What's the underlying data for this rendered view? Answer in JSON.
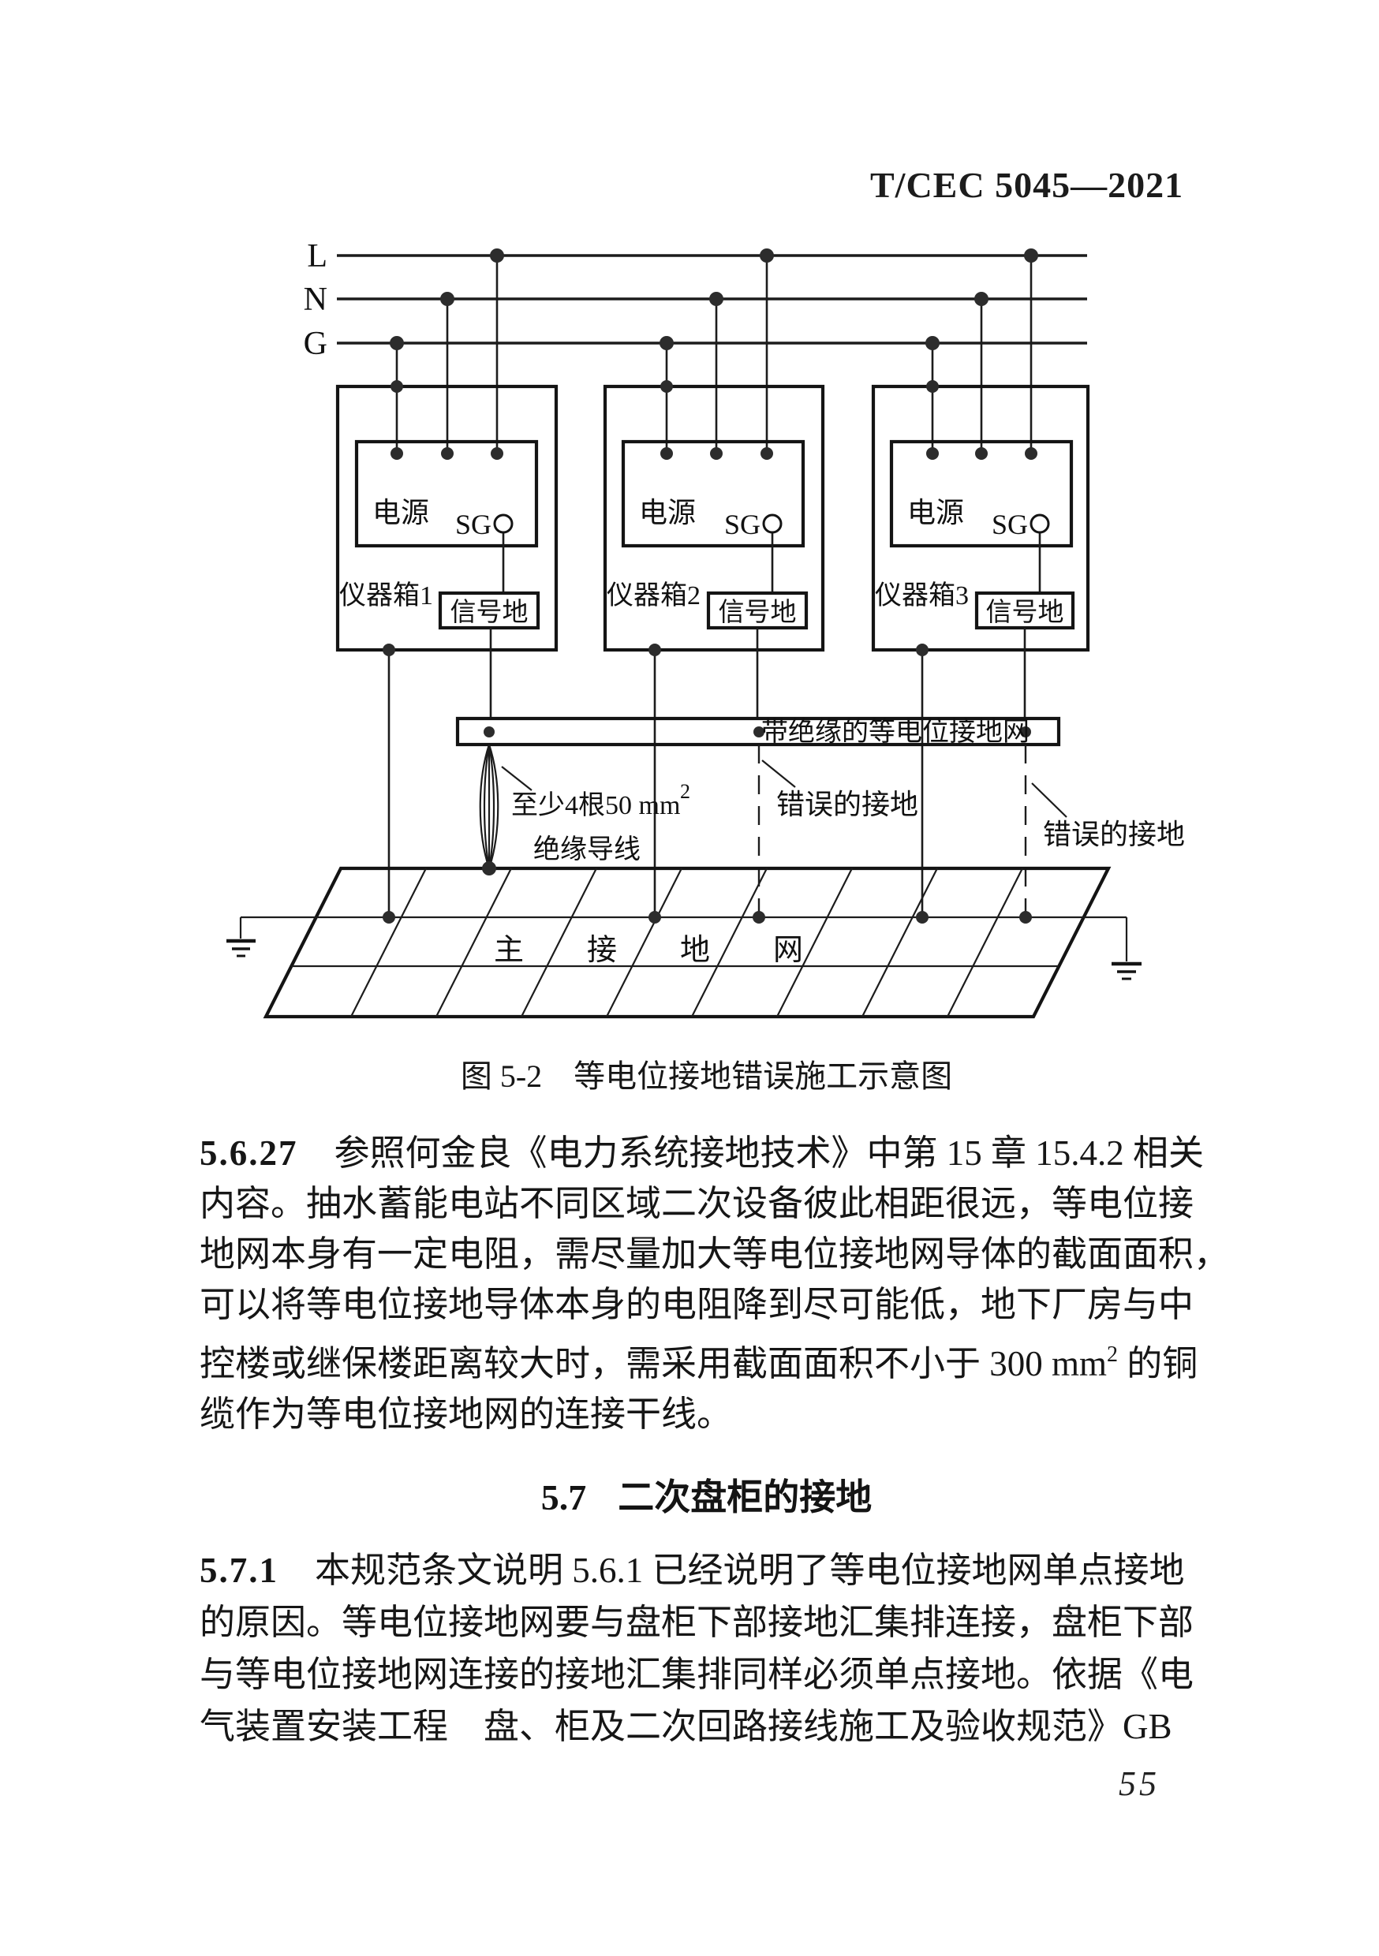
{
  "header": {
    "standard_code": "T/CEC 5045—2021"
  },
  "figure": {
    "bus": {
      "l": "L",
      "n": "N",
      "g": "G"
    },
    "boxes": [
      {
        "name": "仪器箱1",
        "power": "电源",
        "sg": "SG",
        "signal_ground": "信号地"
      },
      {
        "name": "仪器箱2",
        "power": "电源",
        "sg": "SG",
        "signal_ground": "信号地"
      },
      {
        "name": "仪器箱3",
        "power": "电源",
        "sg": "SG",
        "signal_ground": "信号地"
      }
    ],
    "bar_label": "带绝缘的等电位接地网",
    "bundle_note": {
      "line1": "至少4根50 mm",
      "sup": "2",
      "line2": "绝缘导线"
    },
    "wrong_ground_1": "错误的接地",
    "wrong_ground_2": "错误的接地",
    "main_grid_chars": {
      "c1": "主",
      "c2": "接",
      "c3": "地",
      "c4": "网"
    },
    "caption": "图 5-2　等电位接地错误施工示意图"
  },
  "body": {
    "p5627": {
      "number": "5.6.27",
      "l1": "参照何金良《电力系统接地技术》中第 15 章 15.4.2 相关",
      "l2": "内容。抽水蓄能电站不同区域二次设备彼此相距很远，等电位接",
      "l3": "地网本身有一定电阻，需尽量加大等电位接地网导体的截面面积，",
      "l4": "可以将等电位接地导体本身的电阻降到尽可能低，地下厂房与中",
      "l5_pre": "控楼或继保楼距离较大时，需采用截面面积不小于 300 mm",
      "l5_sup": "2",
      "l5_post": " 的铜",
      "l6": "缆作为等电位接地网的连接干线。"
    },
    "h57": {
      "number": "5.7",
      "title": "二次盘柜的接地"
    },
    "p571": {
      "number": "5.7.1",
      "l1": "本规范条文说明 5.6.1 已经说明了等电位接地网单点接地",
      "l2": "的原因。等电位接地网要与盘柜下部接地汇集排连接，盘柜下部",
      "l3": "与等电位接地网连接的接地汇集排同样必须单点接地。依据《电",
      "l4": "气装置安装工程　盘、柜及二次回路接线施工及验收规范》GB"
    }
  },
  "footer": {
    "page_number": "55"
  }
}
